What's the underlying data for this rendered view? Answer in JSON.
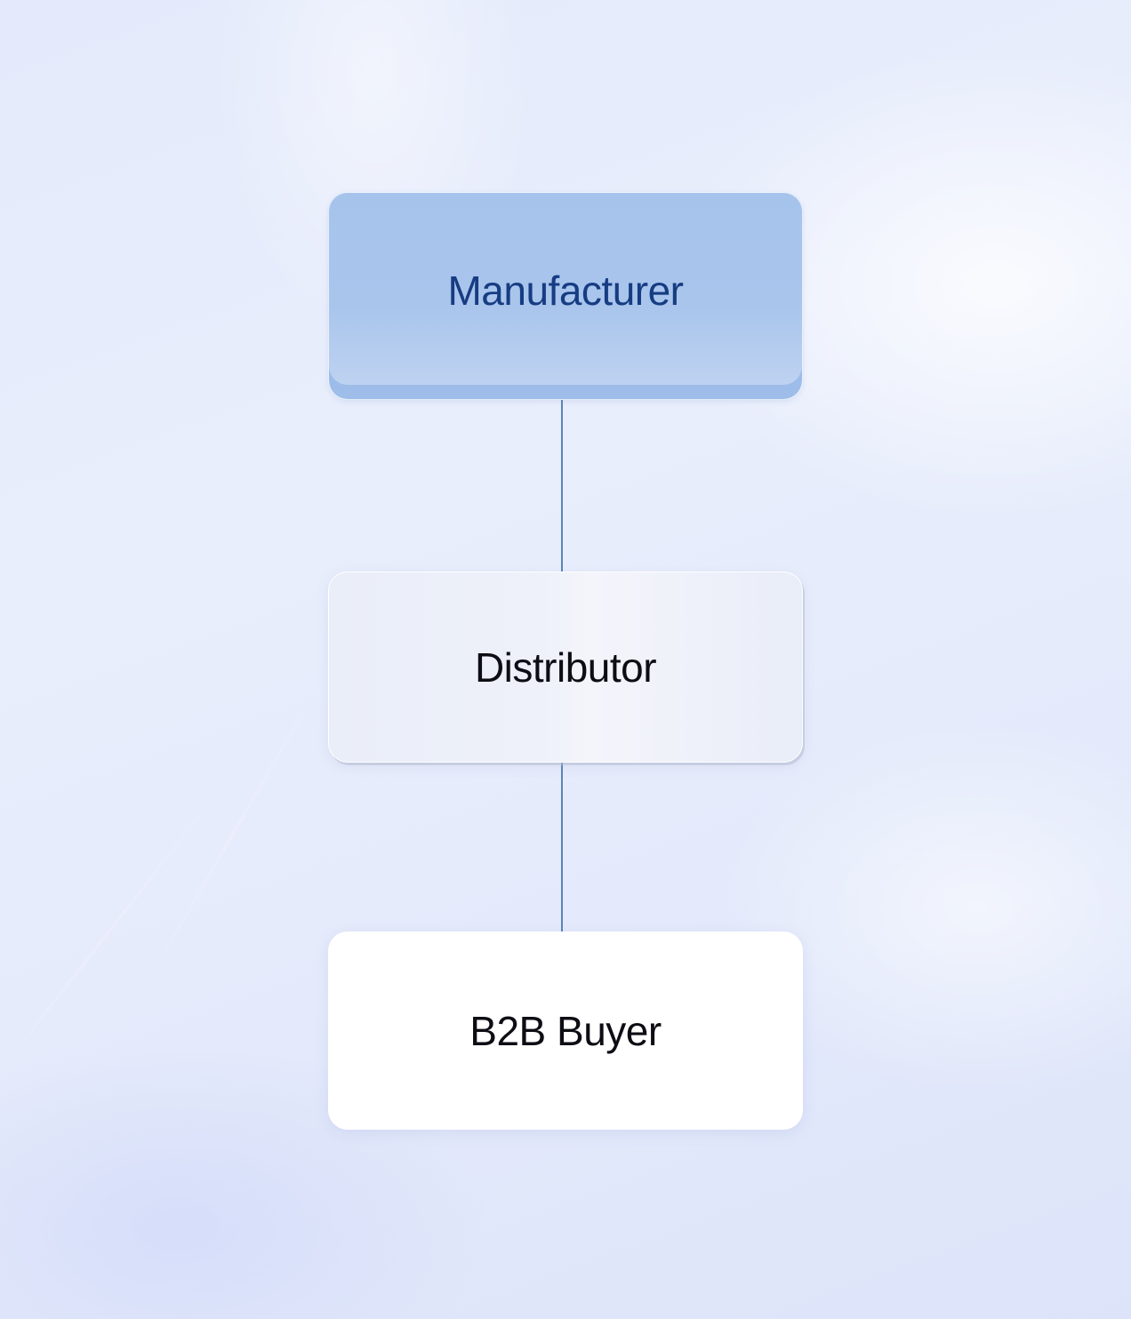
{
  "diagram": {
    "nodes": [
      {
        "id": "manufacturer",
        "label": "Manufacturer"
      },
      {
        "id": "distributor",
        "label": "Distributor"
      },
      {
        "id": "buyer",
        "label": "B2B Buyer"
      }
    ],
    "edges": [
      {
        "from": "manufacturer",
        "to": "distributor"
      },
      {
        "from": "distributor",
        "to": "buyer"
      }
    ]
  },
  "colors": {
    "connector": "#5a86b6",
    "manufacturer_text": "#163c82",
    "manufacturer_fill": "#a6c3ec",
    "distributor_fill": "#eef1f9",
    "buyer_fill": "#ffffff",
    "background": "#e5ebfb"
  }
}
